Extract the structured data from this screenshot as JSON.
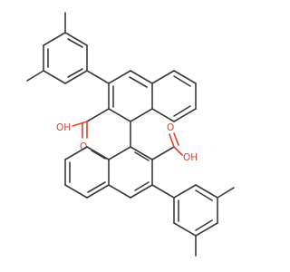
{
  "molecule": {
    "atom_labels": [
      {
        "id": "oh_top",
        "text": "OH",
        "element": "O",
        "color": "#d8432b"
      },
      {
        "id": "o_top",
        "text": "O",
        "element": "O",
        "color": "#d8432b"
      },
      {
        "id": "oh_bottom",
        "text": "OH",
        "element": "O",
        "color": "#d8432b"
      },
      {
        "id": "o_bottom",
        "text": "O",
        "element": "O",
        "color": "#d8432b"
      }
    ],
    "bond_color": "#3a3a3a"
  }
}
